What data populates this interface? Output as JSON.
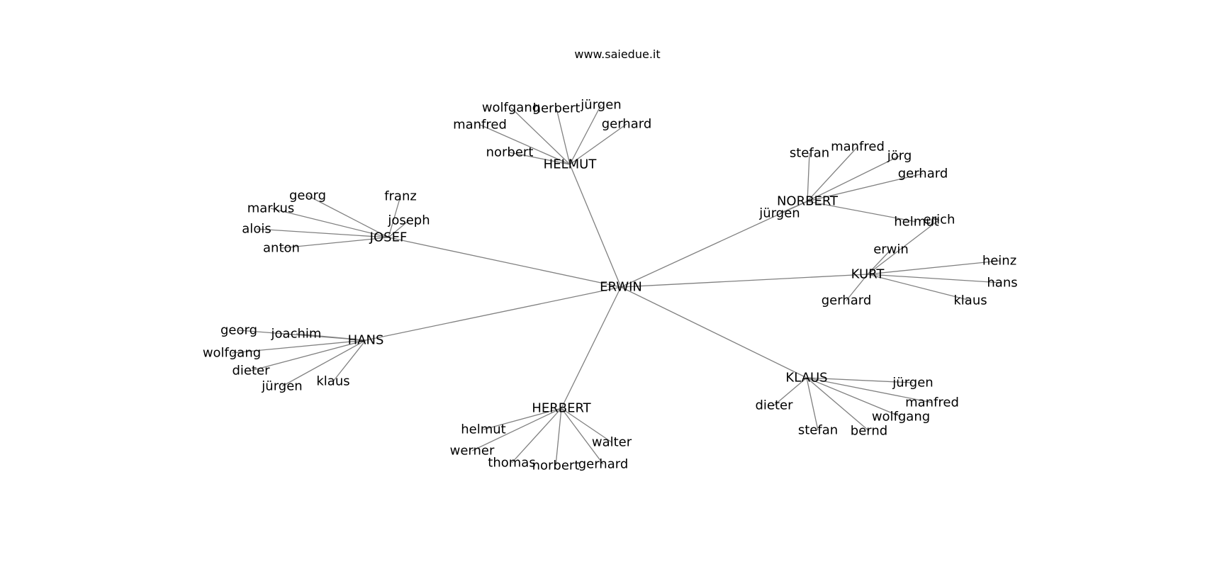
{
  "title": "www.saiedue.it",
  "root": "ERWIN",
  "clusters": [
    {
      "hub": "HELMUT",
      "children": [
        "wolfgang",
        "herbert",
        "jürgen",
        "gerhard",
        "manfred",
        "norbert"
      ]
    },
    {
      "hub": "NORBERT",
      "children": [
        "stefan",
        "manfred",
        "jörg",
        "gerhard",
        "helmut",
        "jürgen"
      ]
    },
    {
      "hub": "KURT",
      "children": [
        "erich",
        "erwin",
        "heinz",
        "hans",
        "klaus",
        "gerhard"
      ]
    },
    {
      "hub": "KLAUS",
      "children": [
        "jürgen",
        "manfred",
        "wolfgang",
        "bernd",
        "stefan",
        "dieter"
      ]
    },
    {
      "hub": "HERBERT",
      "children": [
        "helmut",
        "werner",
        "thomas",
        "norbert",
        "gerhard",
        "walter"
      ]
    },
    {
      "hub": "HANS",
      "children": [
        "georg",
        "joachim",
        "wolfgang",
        "dieter",
        "jürgen",
        "klaus"
      ]
    },
    {
      "hub": "JOSEF",
      "children": [
        "georg",
        "markus",
        "alois",
        "anton",
        "franz",
        "joseph"
      ]
    }
  ],
  "colors": {
    "edge": "#808080",
    "text": "#000000",
    "background": "#ffffff"
  }
}
